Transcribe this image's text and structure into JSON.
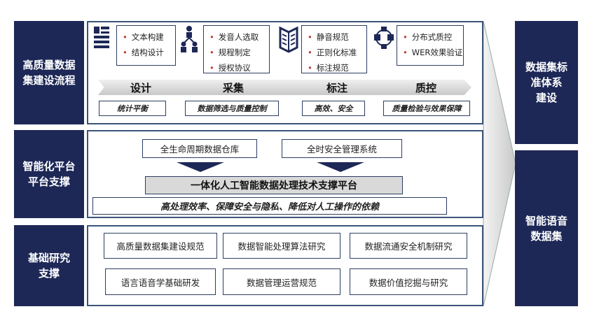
{
  "left_labels": [
    "高质量数据\n集建设流程",
    "智能化平台\n平台支撑",
    "基础研究\n支撑"
  ],
  "right_labels": [
    "数据集标\n准体系\n建设",
    "智能语音\n数据集"
  ],
  "stages": [
    {
      "name": "设计",
      "icon": "document-list-icon",
      "items": [
        "文本构建",
        "结构设计"
      ],
      "note": "统计平衡"
    },
    {
      "name": "采集",
      "icon": "people-hierarchy-icon",
      "items": [
        "发音人选取",
        "规程制定",
        "授权协议"
      ],
      "note": "数据筛选与质量控制"
    },
    {
      "name": "标注",
      "icon": "open-book-icon",
      "items": [
        "静音规范",
        "正则化标准",
        "标注规范"
      ],
      "note": "高效、安全"
    },
    {
      "name": "质控",
      "icon": "network-nodes-icon",
      "items": [
        "分布式质控",
        "WER效果验证"
      ],
      "note": "质量检验与效果保障"
    }
  ],
  "platform": {
    "sources": [
      "全生命周期数据仓库",
      "全时安全管理系统"
    ],
    "title": "一体化人工智能数据处理技术支撑平台",
    "benefit": "高处理效率、保障安全与隐私、降低对人工操作的依赖"
  },
  "research": [
    "高质量数据集建设规范",
    "数据智能处理算法研究",
    "数据流通安全机制研究",
    "语言语音学基础研发",
    "数据管理运营规范",
    "数据价值挖掘与研究"
  ],
  "colors": {
    "navy": "#1d2857",
    "border": "#3a5478"
  }
}
